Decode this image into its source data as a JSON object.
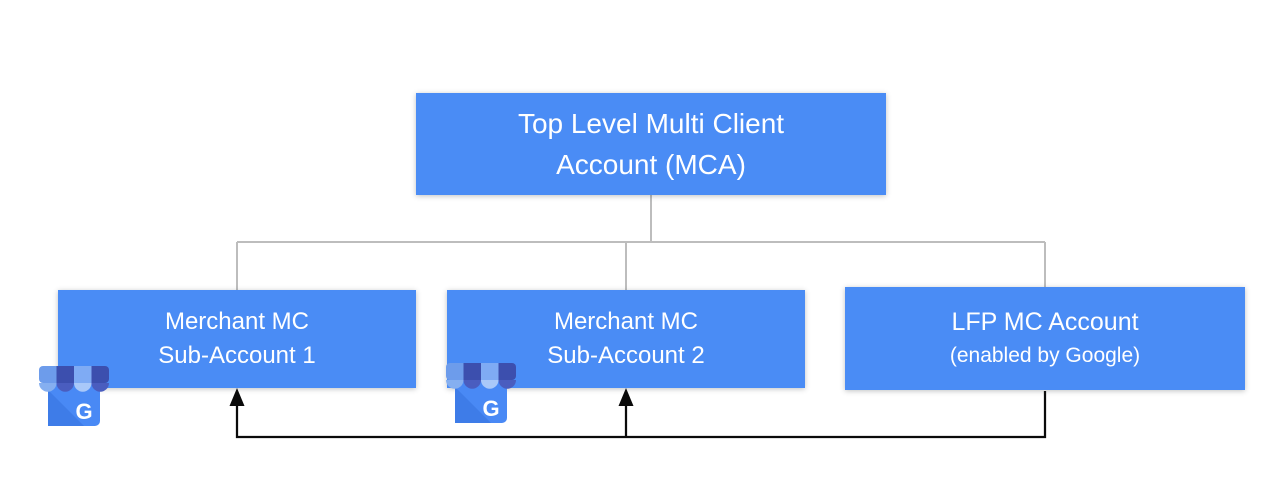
{
  "colors": {
    "box_fill": "#4A8CF5",
    "connector_gray": "#BDBDBD",
    "connector_black": "#0A0A0A",
    "text_white": "#FFFFFF"
  },
  "nodes": {
    "root": {
      "line1": "Top Level Multi Client",
      "line2": "Account (MCA)"
    },
    "child1": {
      "line1": "Merchant MC",
      "line2": "Sub-Account 1"
    },
    "child2": {
      "line1": "Merchant MC",
      "line2": "Sub-Account 2"
    },
    "child3": {
      "line1": "LFP MC Account",
      "line2": "(enabled by Google)"
    }
  },
  "icons": {
    "gmb_letter": "G"
  }
}
